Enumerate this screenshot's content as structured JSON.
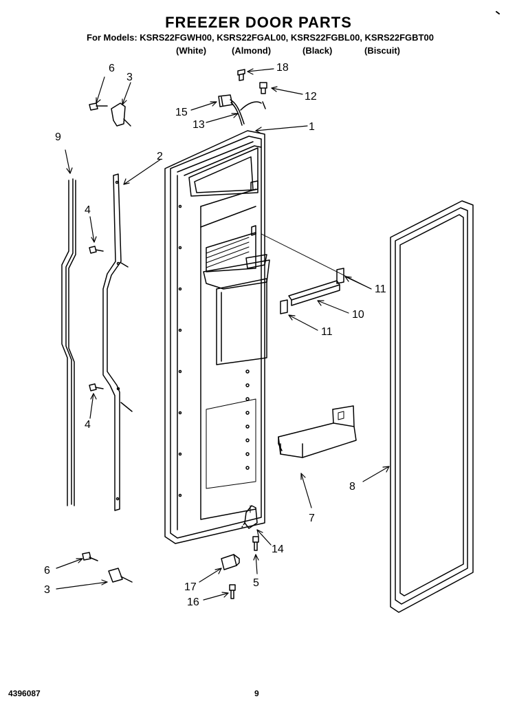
{
  "header": {
    "title": "FREEZER DOOR PARTS",
    "models": "For Models: KSRS22FGWH00, KSRS22FGAL00, KSRS22FGBL00, KSRS22FGBT00",
    "colors": [
      "(White)",
      "(Almond)",
      "(Black)",
      "(Biscuit)"
    ]
  },
  "callouts": {
    "c1": "1",
    "c2": "2",
    "c3a": "3",
    "c3b": "3",
    "c4a": "4",
    "c4b": "4",
    "c5": "5",
    "c6a": "6",
    "c6b": "6",
    "c7": "7",
    "c8": "8",
    "c9": "9",
    "c10": "10",
    "c11a": "11",
    "c11b": "11",
    "c12": "12",
    "c13": "13",
    "c14": "14",
    "c15": "15",
    "c16": "16",
    "c17": "17",
    "c18": "18"
  },
  "footer": {
    "doc_number": "4396087",
    "page_number": "9"
  }
}
